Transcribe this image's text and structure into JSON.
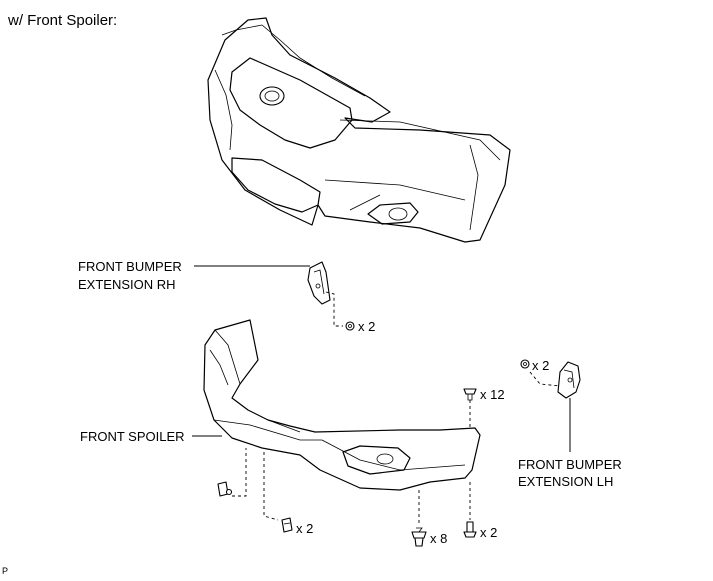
{
  "title": "w/ Front Spoiler:",
  "labels": {
    "ext_rh_line1": "FRONT BUMPER",
    "ext_rh_line2": "EXTENSION RH",
    "front_spoiler": "FRONT SPOILER",
    "ext_lh_line1": "FRONT BUMPER",
    "ext_lh_line2": "EXTENSION LH"
  },
  "quantities": {
    "rh_nut": "x 2",
    "lh_nut": "x 2",
    "screw_top": "x 12",
    "clip_left": "x 2",
    "clip_bottom": "x 8",
    "screw_bottom": "x 2"
  },
  "corner_code": "P"
}
